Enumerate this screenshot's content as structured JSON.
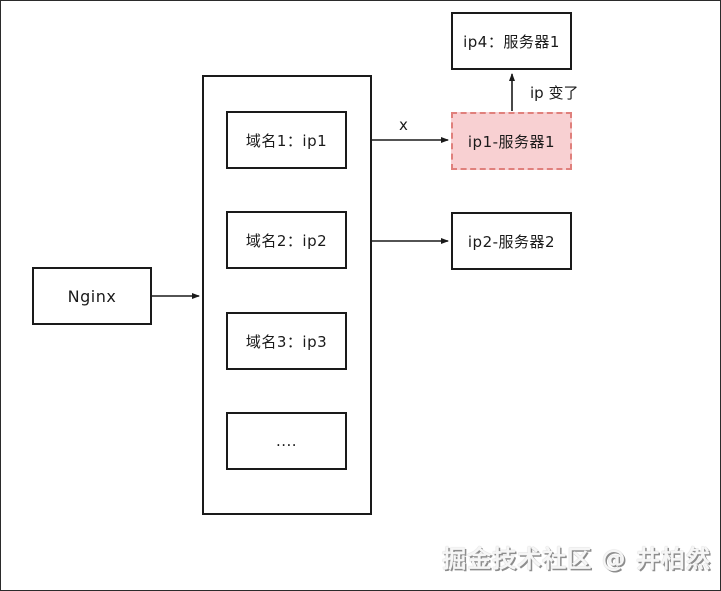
{
  "diagram": {
    "nginx_label": "Nginx",
    "domain_boxes": [
      "域名1：ip1",
      "域名2：ip2",
      "域名3：ip3",
      "...."
    ],
    "server_boxes": {
      "ip4": "ip4：服务器1",
      "ip1_old": "ip1-服务器1",
      "ip2": "ip2-服务器2"
    },
    "annotations": {
      "broken_mark": "x",
      "ip_changed": "ip 变了"
    },
    "colors": {
      "highlight_fill": "#f8d0d2",
      "highlight_border": "#e0807c",
      "box_border": "#1a1a1a",
      "watermark_shadow": "#8d8d8d"
    },
    "watermark": "掘金技术社区 @ 井柏然"
  }
}
